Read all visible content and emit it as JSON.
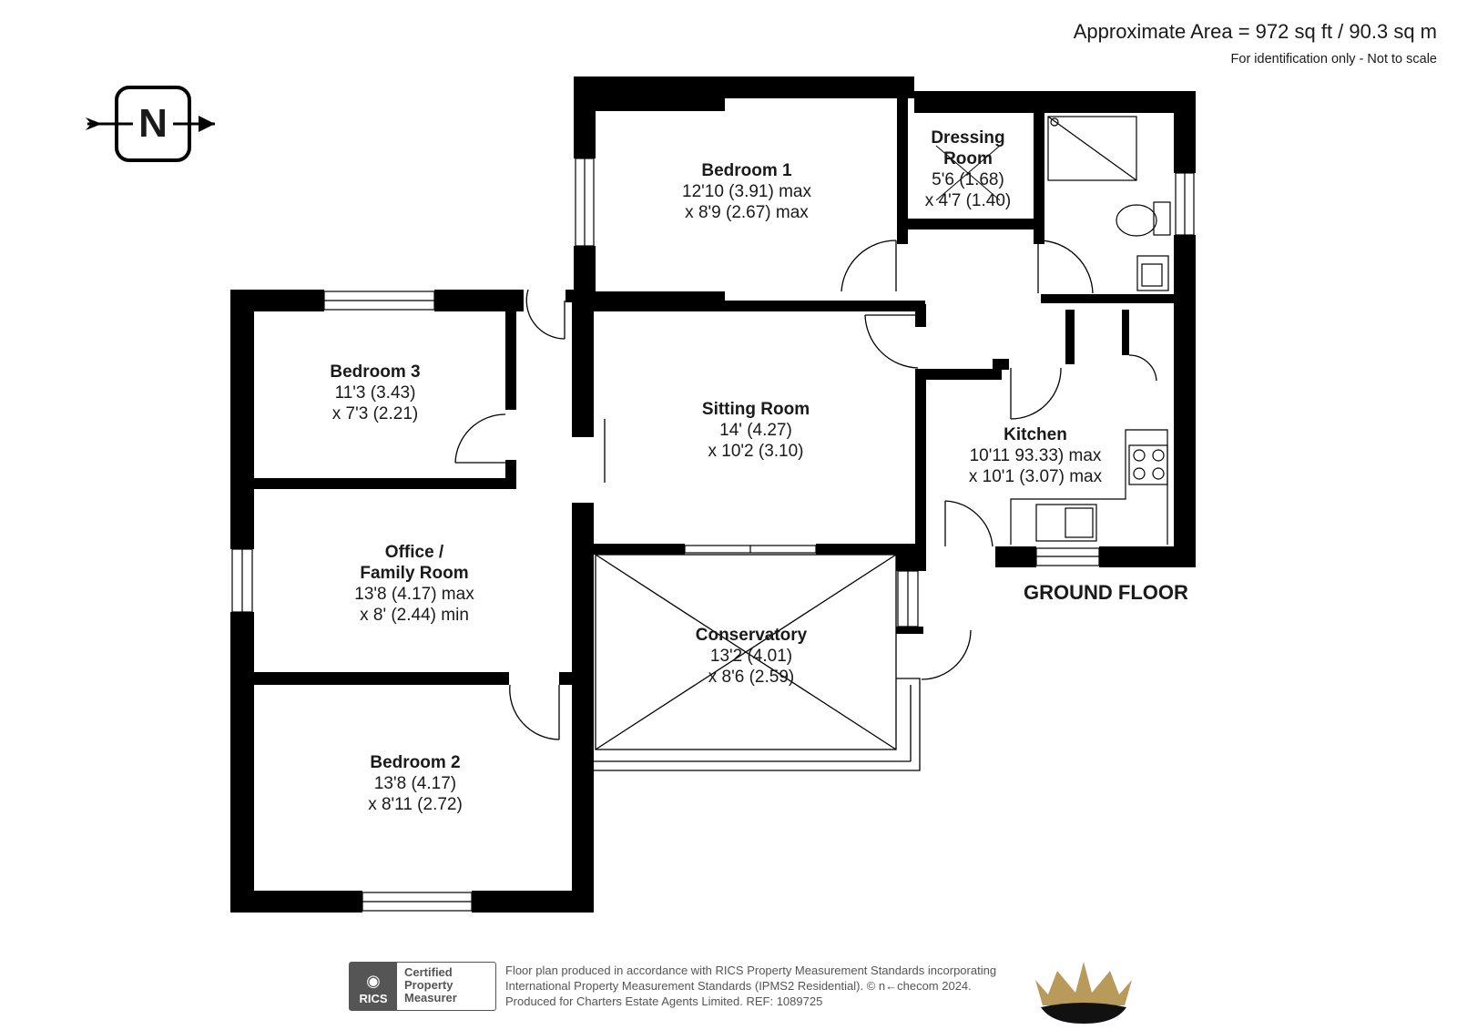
{
  "header": {
    "approximate_area": "Approximate Area = 972 sq ft / 90.3 sq m",
    "disclaimer": "For identification only - Not to scale"
  },
  "compass": {
    "label": "N",
    "icon": "north-arrow-icon"
  },
  "rooms": {
    "bedroom1": {
      "name": "Bedroom 1",
      "dim1": "12'10 (3.91) max",
      "dim2": "x 8'9 (2.67) max"
    },
    "dressing": {
      "name1": "Dressing",
      "name2": "Room",
      "dim1": "5'6 (1.68)",
      "dim2": "x 4'7 (1.40)"
    },
    "bedroom3": {
      "name": "Bedroom 3",
      "dim1": "11'3 (3.43)",
      "dim2": "x 7'3 (2.21)"
    },
    "sitting": {
      "name": "Sitting Room",
      "dim1": "14' (4.27)",
      "dim2": "x 10'2 (3.10)"
    },
    "kitchen": {
      "name": "Kitchen",
      "dim1": "10'11 93.33) max",
      "dim2": "x 10'1 (3.07) max"
    },
    "office": {
      "name1": "Office /",
      "name2": "Family Room",
      "dim1": "13'8 (4.17) max",
      "dim2": "x 8' (2.44) min"
    },
    "conservatory": {
      "name": "Conservatory",
      "dim1": "13'2 (4.01)",
      "dim2": "x 8'6 (2.59)"
    },
    "bedroom2": {
      "name": "Bedroom 2",
      "dim1": "13'8 (4.17)",
      "dim2": "x 8'11 (2.72)"
    }
  },
  "floor_label": "GROUND FLOOR",
  "footer": {
    "rics_mark": "RICS",
    "rics_cert": [
      "Certified",
      "Property",
      "Measurer"
    ],
    "lines": [
      "Floor plan produced in accordance with RICS Property Measurement Standards incorporating",
      "International Property Measurement Standards (IPMS2 Residential).  © n←checom 2024.",
      "Produced for Charters Estate Agents Limited.   REF:  1089725"
    ]
  },
  "colors": {
    "wall": "#000000",
    "text": "#1a1a1a",
    "footer_text": "#555555",
    "crown_gold": "#b89a5a"
  }
}
